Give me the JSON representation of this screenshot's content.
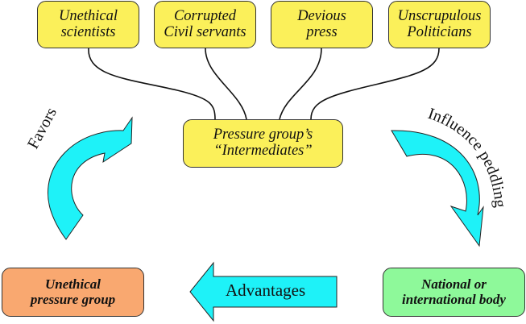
{
  "diagram": {
    "intermediaries": [
      {
        "id": "scientists",
        "lines": [
          "Unethical",
          "scientists"
        ]
      },
      {
        "id": "civil-servants",
        "lines": [
          "Corrupted",
          "Civil servants"
        ]
      },
      {
        "id": "press",
        "lines": [
          "Devious",
          "press"
        ]
      },
      {
        "id": "politicians",
        "lines": [
          "Unscrupulous",
          "Politicians"
        ]
      }
    ],
    "center": {
      "lines": [
        "Pressure group’s",
        "“Intermediates”"
      ]
    },
    "source": {
      "lines": [
        "Unethical",
        "pressure group"
      ]
    },
    "target": {
      "lines": [
        "National or",
        "international body"
      ]
    },
    "arrows": {
      "favors": "Favors",
      "influence": "Influence peddling",
      "advantages": "Advantages"
    },
    "colors": {
      "intermediary_fill": "#fbf05a",
      "source_fill": "#f9a870",
      "target_fill": "#8ef99a",
      "arrow_fill": "#1ef2f8"
    }
  }
}
